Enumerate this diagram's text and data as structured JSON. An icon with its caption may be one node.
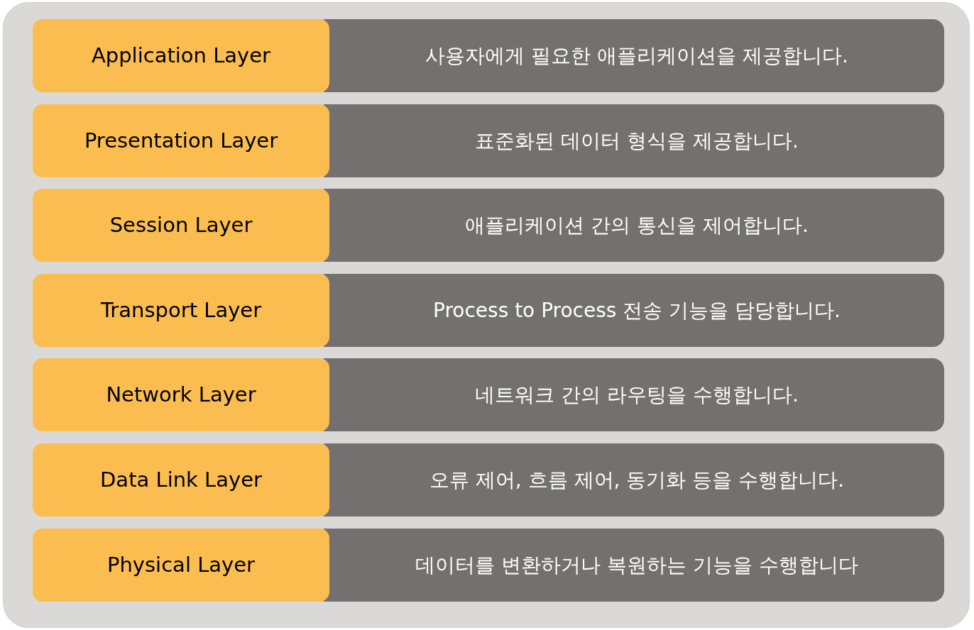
{
  "diagram": {
    "nodes": [
      {
        "text": [
          "Application Layer"
        ]
      },
      {
        "text": [
          "사용자에게 필요한 애플리케이션을 제공합니다."
        ]
      },
      {
        "text": [
          "Presentation Layer"
        ]
      },
      {
        "text": [
          "표준화된 데이터 형식을 제공합니다."
        ]
      },
      {
        "text": [
          "Session Layer"
        ]
      },
      {
        "text": [
          "애플리케이션 간의 통신을 제어합니다."
        ]
      },
      {
        "text": [
          "Transport Layer"
        ]
      },
      {
        "text": [
          "Process to Process 전송 기능을 담당합니다."
        ]
      },
      {
        "text": [
          "Network Layer"
        ]
      },
      {
        "text": [
          "네트워크 간의 라우팅을 수행합니다."
        ]
      },
      {
        "text": [
          "Data Link Layer"
        ]
      },
      {
        "text": [
          "오류 제어, 흐름 제어, 동기화 등을 수행합니다."
        ]
      },
      {
        "text": [
          "Physical Layer"
        ]
      },
      {
        "text": [
          "데이터를 변환하거나 복원하는 기능을 수행합니다"
        ]
      }
    ]
  }
}
